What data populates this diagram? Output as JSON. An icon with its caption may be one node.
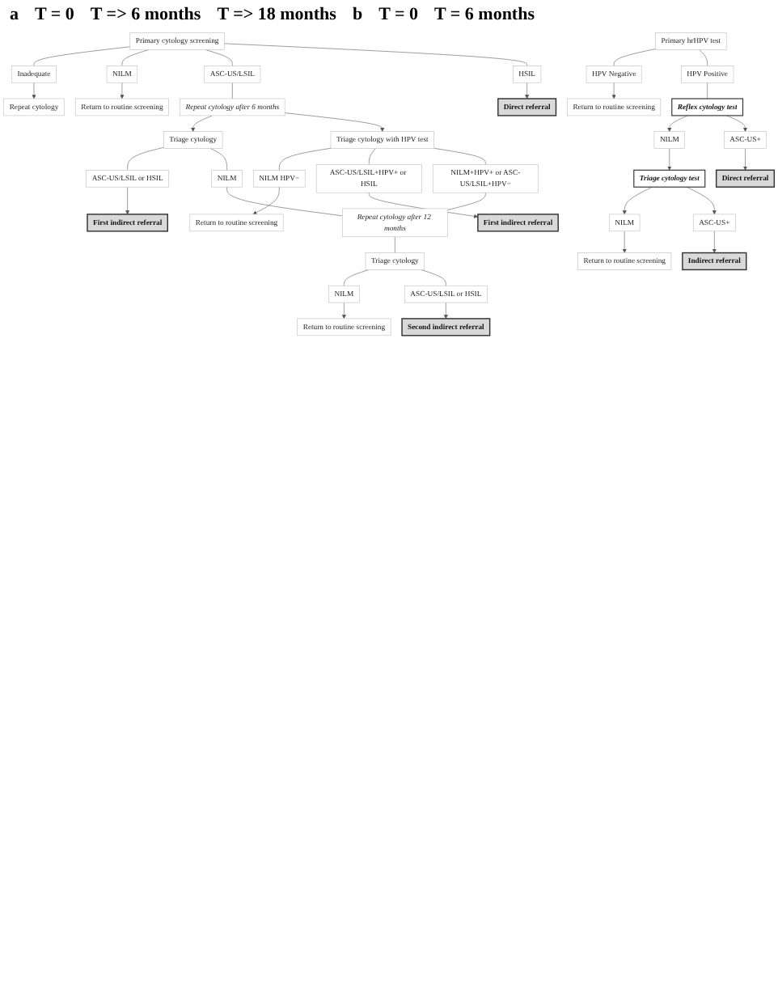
{
  "diagram": {
    "nodes": [
      {
        "text": [
          "Primary cytology screening"
        ]
      },
      {
        "text": [
          "Inadequate"
        ]
      },
      {
        "text": [
          "NILM"
        ]
      },
      {
        "text": [
          "ASC-US/LSIL"
        ]
      },
      {
        "text": [
          "HSIL"
        ]
      },
      {
        "text": [
          "Repeat cytology"
        ]
      },
      {
        "text": [
          "Return to routine screening"
        ]
      },
      {
        "text": [
          "Repeat cytology after 6 months"
        ]
      },
      {
        "text": [
          "Direct referral"
        ]
      },
      {
        "text": [
          "Triage cytology"
        ]
      },
      {
        "text": [
          "Triage cytology with HPV test"
        ]
      },
      {
        "text": [
          "NILM HPV−"
        ]
      },
      {
        "text": [
          "Return to routine screening"
        ]
      },
      {
        "text": [
          "First indirect referral"
        ]
      },
      {
        "text": [
          "ASC-US/LSIL or HSIL"
        ]
      },
      {
        "text": [
          "ASC-US/LSIL+HPV+ or HSIL"
        ]
      },
      {
        "text": [
          "First indirect referral"
        ]
      },
      {
        "text": [
          "NILM"
        ]
      },
      {
        "text": [
          "NILM+HPV+ or ASC-US/LSIL+HPV−"
        ]
      },
      {
        "text": [
          "Repeat cytology after 12 months"
        ]
      },
      {
        "text": [
          "Triage cytology"
        ]
      },
      {
        "text": [
          "Return to routine screening"
        ]
      },
      {
        "text": [
          "NILM"
        ]
      },
      {
        "text": [
          "ASC-US/LSIL or HSIL"
        ]
      },
      {
        "text": [
          "Second indirect referral"
        ]
      },
      {
        "text": [
          "Primary hrHPV test"
        ]
      },
      {
        "text": [
          "Return to routine screening"
        ]
      },
      {
        "text": [
          "HPV Negative"
        ]
      },
      {
        "text": [
          "HPV Positive"
        ]
      },
      {
        "text": [
          "Reflex cytology test"
        ]
      },
      {
        "text": [
          "NILM"
        ]
      },
      {
        "text": [
          "ASC-US+"
        ]
      },
      {
        "text": [
          "Direct referral"
        ]
      },
      {
        "text": [
          "Triage cytology test"
        ]
      },
      {
        "text": [
          "Return to routine screening"
        ]
      },
      {
        "text": [
          "NILM"
        ]
      },
      {
        "text": [
          "ASC-US+"
        ]
      },
      {
        "text": [
          "Indirect referral"
        ]
      }
    ],
    "edges": [
      {
        "from": 0,
        "to": 1,
        "arrow": "none"
      },
      {
        "from": 0,
        "to": 2,
        "arrow": "none"
      },
      {
        "from": 0,
        "to": 3,
        "arrow": "none"
      },
      {
        "from": 0,
        "to": 4,
        "arrow": "none"
      },
      {
        "from": 1,
        "to": 5,
        "arrow": "to"
      },
      {
        "from": 2,
        "to": 6,
        "arrow": "to"
      },
      {
        "from": 3,
        "to": 7,
        "arrow": "none"
      },
      {
        "from": 4,
        "to": 8,
        "arrow": "to"
      },
      {
        "from": 7,
        "to": 9,
        "arrow": "to"
      },
      {
        "from": 7,
        "to": 10,
        "arrow": "to"
      },
      {
        "from": 10,
        "to": 11,
        "arrow": "none"
      },
      {
        "from": 11,
        "to": 12,
        "arrow": "to"
      },
      {
        "from": 9,
        "to": 14,
        "arrow": "none"
      },
      {
        "from": 14,
        "to": 13,
        "arrow": "to"
      },
      {
        "from": 10,
        "to": 15,
        "arrow": "none"
      },
      {
        "from": 15,
        "to": 16,
        "arrow": "to"
      },
      {
        "from": 9,
        "to": 17,
        "arrow": "none"
      },
      {
        "from": 10,
        "to": 18,
        "arrow": "none"
      },
      {
        "from": 17,
        "to": 19,
        "arrow": "none"
      },
      {
        "from": 18,
        "to": 19,
        "arrow": "none"
      },
      {
        "from": 19,
        "to": 20,
        "arrow": "none"
      },
      {
        "from": 20,
        "to": 22,
        "arrow": "none"
      },
      {
        "from": 20,
        "to": 23,
        "arrow": "none"
      },
      {
        "from": 22,
        "to": 21,
        "arrow": "to"
      },
      {
        "from": 23,
        "to": 24,
        "arrow": "to"
      },
      {
        "from": 25,
        "to": 27,
        "arrow": "none"
      },
      {
        "from": 25,
        "to": 28,
        "arrow": "none"
      },
      {
        "from": 27,
        "to": 26,
        "arrow": "to"
      },
      {
        "from": 28,
        "to": 29,
        "arrow": "none"
      },
      {
        "from": 29,
        "to": 30,
        "arrow": "to"
      },
      {
        "from": 29,
        "to": 31,
        "arrow": "to"
      },
      {
        "from": 31,
        "to": 32,
        "arrow": "to"
      },
      {
        "from": 30,
        "to": 33,
        "arrow": "to"
      },
      {
        "from": 33,
        "to": 35,
        "arrow": "to"
      },
      {
        "from": 33,
        "to": 36,
        "arrow": "to"
      },
      {
        "from": 35,
        "to": 34,
        "arrow": "to"
      },
      {
        "from": 36,
        "to": 37,
        "arrow": "to"
      }
    ],
    "labels": [
      "a",
      "T = 0",
      "T => 6 months",
      "T => 18 months",
      "b",
      "T = 0",
      "T = 6 months"
    ]
  }
}
